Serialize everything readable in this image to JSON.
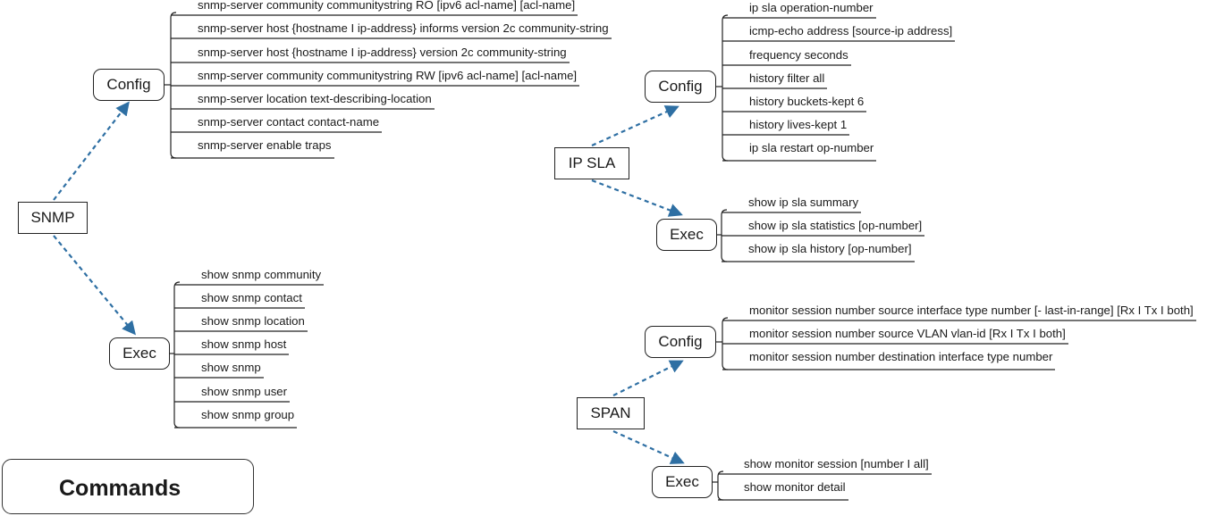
{
  "legend": {
    "title": "Commands"
  },
  "snmp": {
    "root": "SNMP",
    "config": {
      "label": "Config",
      "commands": [
        "snmp-server community communitystring RO [ipv6 acl-name] [acl-name]",
        "snmp-server host {hostname I ip-address} informs version 2c community-string",
        "snmp-server host {hostname I ip-address} version 2c community-string",
        "snmp-server community communitystring RW [ipv6 acl-name] [acl-name]",
        "snmp-server location text-describing-location",
        "snmp-server contact contact-name",
        "snmp-server enable traps"
      ]
    },
    "exec": {
      "label": "Exec",
      "commands": [
        "show snmp community",
        "show snmp contact",
        "show snmp location",
        "show snmp host",
        "show snmp",
        "show snmp user",
        "show snmp group"
      ]
    }
  },
  "ipsla": {
    "root": "IP SLA",
    "config": {
      "label": "Config",
      "commands": [
        "ip sla operation-number",
        "icmp-echo address [source-ip address]",
        "frequency seconds",
        "history filter all",
        "history buckets-kept 6",
        "history lives-kept 1",
        "ip sla restart op-number"
      ]
    },
    "exec": {
      "label": "Exec",
      "commands": [
        "show ip sla summary",
        "show ip sla statistics [op-number]",
        "show ip sla history [op-number]"
      ]
    }
  },
  "span": {
    "root": "SPAN",
    "config": {
      "label": "Config",
      "commands": [
        "monitor session number source interface type number [- last-in-range] [Rx I Tx I both]",
        "monitor session number source VLAN vlan-id [Rx I Tx I both]",
        "monitor session number destination interface type number"
      ]
    },
    "exec": {
      "label": "Exec",
      "commands": [
        "show monitor session [number I all]",
        "show monitor detail"
      ]
    }
  },
  "colors": {
    "arrow": "#2e6fa3",
    "line": "#222222"
  }
}
